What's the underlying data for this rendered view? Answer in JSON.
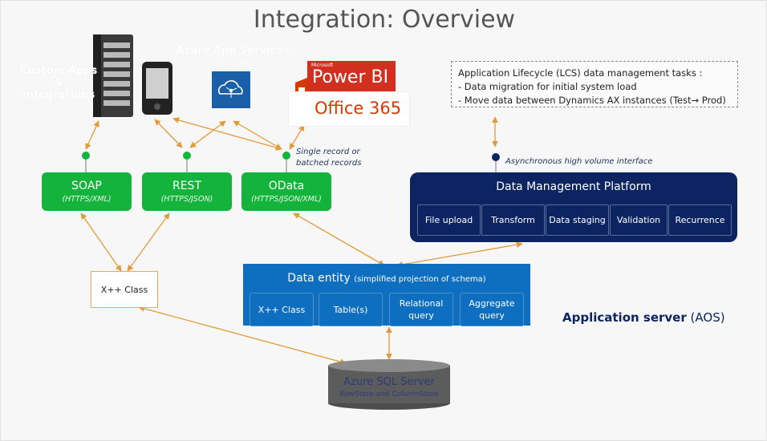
{
  "title": "Integration: Overview",
  "devices": {
    "custom_apps": "Custom Apps & Integrations",
    "azure_app_services": "Azure App Services",
    "biztalk": "(BizTalk)",
    "power_bi_vendor": "Microsoft",
    "power_bi": "Power BI",
    "office365": "Office 365"
  },
  "endpoints": [
    {
      "name": "SOAP",
      "protocol": "(HTTPS/XML)"
    },
    {
      "name": "REST",
      "protocol": "(HTTPS/JSON)"
    },
    {
      "name": "OData",
      "protocol": "(HTTPS/JSON/XML)"
    }
  ],
  "odata_note": "Single record or batched records",
  "lcs": {
    "heading": "Application Lifecycle (LCS) data management tasks :",
    "items": [
      "- Data migration for initial system load",
      "- Move data between Dynamics AX instances (Test→ Prod)"
    ]
  },
  "async_note": "Asynchronous high volume interface",
  "data_management": {
    "title": "Data Management Platform",
    "cells": [
      "File upload",
      "Transform",
      "Data staging",
      "Validation",
      "Recurrence"
    ]
  },
  "xpp_class": "X++ Class",
  "data_entity": {
    "title": "Data entity",
    "subtitle": "(simplified projection of schema)",
    "cells": [
      "X++ Class",
      "Table(s)",
      "Relational query",
      "Aggregate query"
    ]
  },
  "app_server": {
    "bold": "Application server",
    "normal": "(AOS)"
  },
  "sql": {
    "title": "Azure SQL Server",
    "subtitle": "RowStore and ColumnStore"
  },
  "colors": {
    "endpoint_green": "#14b33c",
    "dmp_navy": "#0c2461",
    "data_entity_blue": "#0e6ec0",
    "connector_orange": "#e39a3b",
    "office_red": "#d83b01",
    "power_bi_red": "#d32f1e"
  }
}
